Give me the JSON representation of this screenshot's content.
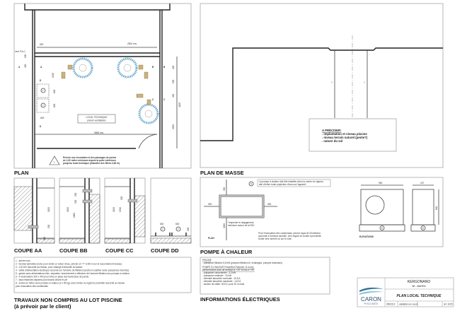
{
  "plan": {
    "title": "PLAN",
    "dims": [
      "500",
      "2500 env.",
      "1290",
      "600",
      "600",
      "600",
      "9658 env.",
      "400",
      "500",
      "400",
      "2200",
      "4100",
      "200",
      "400"
    ],
    "vers_pac": "vers P.A.C.",
    "local_label": "LOCAL TECHNIQUE",
    "local_sub": "prévoir ventilations",
    "warning": [
      "Prévoir une circulation et des passages de portes",
      "de 1,00 mètre minimum depuis la porte extérieure",
      "jusqu'au local technique (diamètre des filtres 0,60 m)"
    ],
    "section_marks": [
      "A",
      "A",
      "B",
      "B",
      "C",
      "C",
      "D",
      "D"
    ]
  },
  "plan_masse": {
    "title": "PLAN DE MASSE",
    "note_title": "A PRÉCISER:",
    "note_lines": [
      ". implantation et niveau piscine",
      ". niveau terrain naturel (pente?)",
      ". nature du sol"
    ],
    "unknown": "?"
  },
  "coupes": [
    {
      "label": "COUPE AA",
      "dims": [
        "2100",
        "200",
        "200"
      ]
    },
    {
      "label": "COUPE BB",
      "dims": [
        "2100",
        "1800",
        "200",
        "200"
      ]
    },
    {
      "label": "COUPE CC",
      "dims": [
        "2100",
        "1510",
        "200"
      ]
    },
    {
      "label": "COUPE DD",
      "dims": [
        "600",
        "600",
        "200"
      ]
    }
  ],
  "notes": [
    "1 - arrivée eau",
    "2 - bondes siphoïdes (nota: pour éviter un retour d'eau, prévoir un \"Y\" à 5/6 m sur le raccordement réseau)",
    "3 - 2 Ø 100 raccordé au réseau, pour vidange éventuelle du bassin",
    "4 - câble d'alimentation électrique raccordé sur l'armoire de filtration (section à calibrer selon puissances fournies)",
    "5 - gaines avec alimentations élec. séparées, branchement à effectuer de l'armoire filtration aux pompes à chaleur.",
    "6 - 4 réservations 200 x 400 pour mise en place des traversées de parois.",
    "7 - bacs étanches séparés pour bidons chlore et pH",
    "8 - socles en béton sous pompes à chaleur (2 x 65 kg), avec bonde ou regard à proximité raccordé au réseau",
    "    pour évacuation des condensats"
  ],
  "travaux": {
    "title": "TRAVAUX NON COMPRIS AU LOT PISCINE",
    "subtitle": "(à prévoir par le client)"
  },
  "pac": {
    "title": "POMPE À CHALEUR",
    "install_note": [
      "La pompe à chaleur doit être installée selon la norme en vigueur,",
      "afin d'éviter toute projection d'eau sur l'appareil"
    ],
    "clearance_note": [
      "\"respecter le dégagement",
      "minimum autour de la PAC"
    ],
    "condensats_note": [
      "Pour l'évacuation des condensats, prévoir tuyau Ø 18 intérieur",
      "raccordé à l'embout cannelé, vers regard ou bonde à proximité.",
      "Sortie vers l'arrière ou sur le côté."
    ],
    "plan_label": "PLAN",
    "elev_label": "ELEVATIONS",
    "dims": [
      "500",
      "900",
      "900",
      "4000",
      "950",
      "470",
      "840"
    ],
    "marker": "5",
    "socle": "8"
  },
  "elec": {
    "title": "INFORMATIONS ÉLECTRIQUES",
    "piscine_head": "PISCINE",
    "piscine_line": "- puissance filtration 5,5 kW (pompes filtration bl. éclairages, pompes doseuses)",
    "pac_head": "POMPE À CHALEUR Powerfirst Premium 11 mono:",
    "pac_sub": "performances avec air ambiant à +15° et eau à +26°",
    "lines": [
      "- puissance consommée : 2,2 kW",
      "- puissance restituée : 10 kW",
      "- intensité absorbée nominale : 10,5 A",
      "- intensité absorbée maximale : 14,5 A",
      "- section de câble: 3G2,5, pour 20 m maxi."
    ]
  },
  "cartouche": {
    "brand": "CARON",
    "brand_sub": "PISCINES",
    "client": "KERGONANO",
    "city": "56 - BADEN",
    "doc_title": "PLAN LOCAL TECHNIQUE",
    "date": "05/02/12",
    "status": "validation en cours",
    "ref": "réf. 1025",
    "colors": {
      "wave_dark": "#2e6f95",
      "wave_light": "#8fc3d8",
      "text": "#2b4f6b"
    }
  }
}
